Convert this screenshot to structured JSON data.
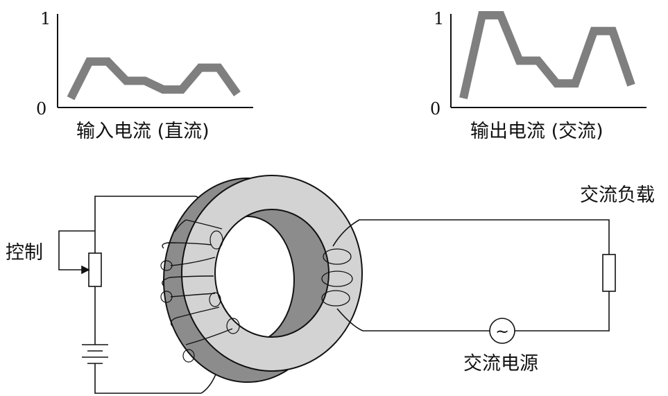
{
  "input_graph": {
    "caption": "输入电流 (直流)",
    "y_max_label": "1",
    "y_min_label": "0",
    "y": [
      0.05,
      0.47,
      0.47,
      0.25,
      0.25,
      0.15,
      0.15,
      0.4,
      0.4,
      0.1
    ]
  },
  "output_graph": {
    "caption": "输出电流 (交流)",
    "y_max_label": "1",
    "y_min_label": "0",
    "y": [
      0.05,
      1.0,
      1.0,
      0.48,
      0.48,
      0.22,
      0.22,
      0.82,
      0.82,
      0.2
    ]
  },
  "labels": {
    "control": "控制",
    "ac_load": "交流负载",
    "ac_source": "交流电源",
    "source_symbol": "~"
  },
  "colors": {
    "waveform": "#7f7f7f",
    "core_face": "#d3d3d3",
    "core_side": "#8c8c8c",
    "line": "#111111"
  }
}
